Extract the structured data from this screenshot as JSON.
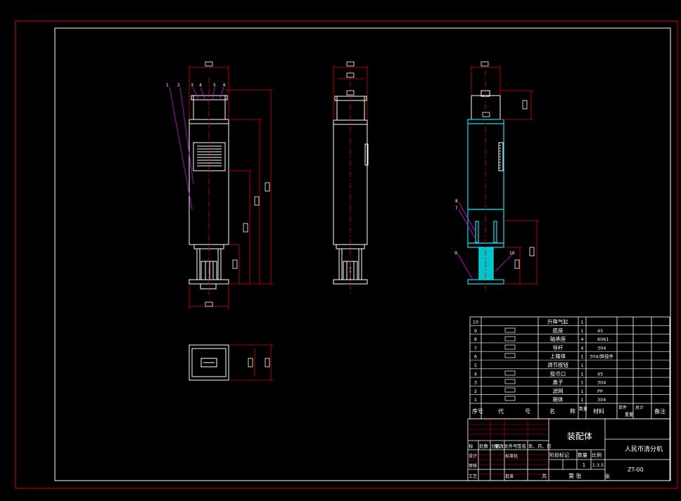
{
  "title_block": {
    "assembly_label": "装配体",
    "product_name": "人民币清分机",
    "drawing_number": "ZT-00",
    "stage_label": "阶段标记",
    "quantity_label": "数量",
    "scale_label": "比例",
    "quantity_value": "1",
    "scale_value": "1:3.5",
    "sheet_label": "第 张",
    "total_label": "共",
    "sheet_suffix": "张",
    "revision_headers": [
      "标",
      "处数",
      "分区",
      "更改文件号",
      "签名",
      "年、月、日"
    ],
    "sign_labels": [
      "设计",
      "审核",
      "工艺"
    ],
    "standardize_label": "标准化",
    "approve_label": "批准"
  },
  "bom": {
    "headers": [
      "序号",
      "代",
      "号",
      "名",
      "称",
      "数量",
      "材料",
      "单件",
      "总计",
      "重量",
      "备注"
    ],
    "rows": [
      {
        "no": "10",
        "name": "升降气缸",
        "qty": "1",
        "material": ""
      },
      {
        "no": "9",
        "name": "底座",
        "qty": "1",
        "material": "45"
      },
      {
        "no": "8",
        "name": "轴承座",
        "qty": "4",
        "material": "6061"
      },
      {
        "no": "7",
        "name": "导杆",
        "qty": "4",
        "material": "304"
      },
      {
        "no": "6",
        "name": "上箱体",
        "qty": "1",
        "material": "304/焊接件"
      },
      {
        "no": "5",
        "name": "调节按钮",
        "qty": "1",
        "material": ""
      },
      {
        "no": "4",
        "name": "投币口",
        "qty": "1",
        "material": "45"
      },
      {
        "no": "3",
        "name": "盖子",
        "qty": "1",
        "material": "304"
      },
      {
        "no": "2",
        "name": "滤网",
        "qty": "1",
        "material": "PP"
      },
      {
        "no": "1",
        "name": "箱体",
        "qty": "1",
        "material": "304"
      }
    ]
  },
  "balloons": {
    "front": [
      "1",
      "2",
      "3",
      "4",
      "5",
      "6"
    ],
    "side": [
      "8",
      "7",
      "9",
      "10"
    ]
  },
  "colors": {
    "background": "#000000",
    "frame_border": "#e00000",
    "inner_border": "#ffffff",
    "outline": "#ffffff",
    "dimension": "#e00000",
    "leader": "#e000e0",
    "highlight": "#00e5ee",
    "centerline": "#e00000"
  }
}
